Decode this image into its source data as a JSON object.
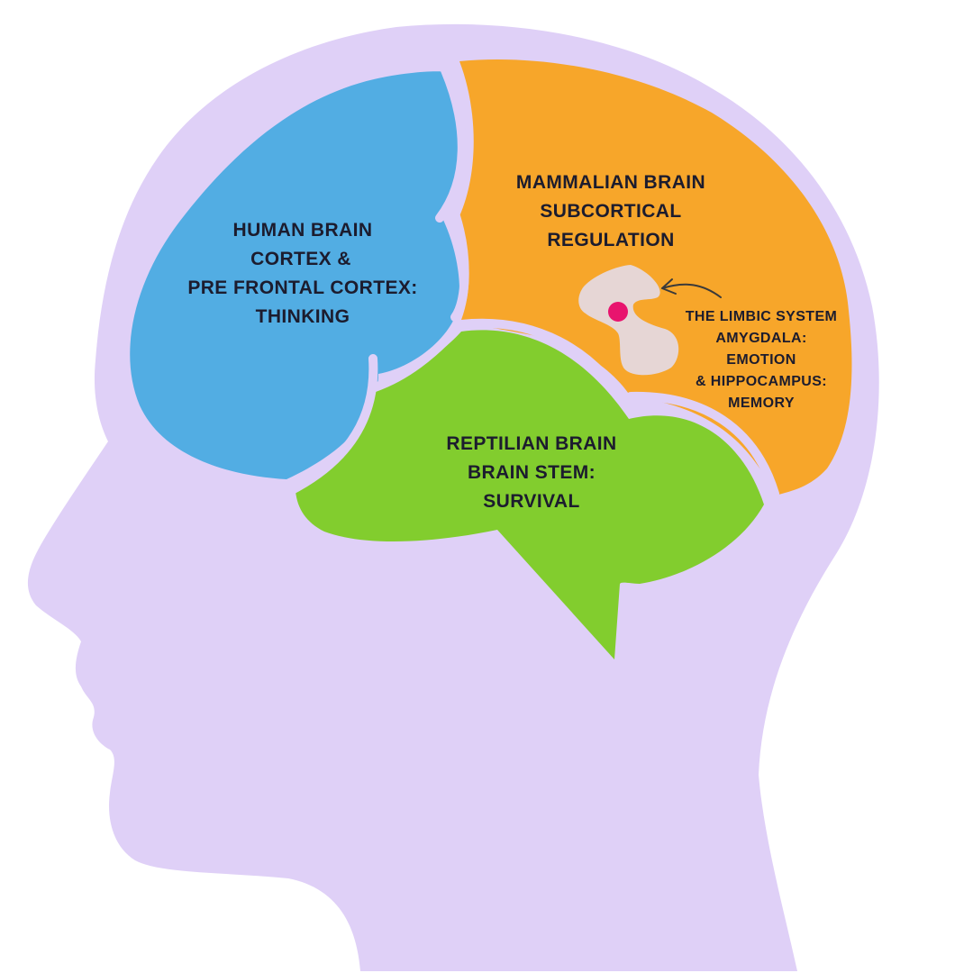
{
  "colors": {
    "head": "#dfd0f7",
    "separator": "#dfd0f7",
    "human_brain": "#52ade3",
    "mammalian_brain": "#f7a62a",
    "reptilian_brain": "#82cd2e",
    "limbic_system": "#e6d6d5",
    "amygdala_dot": "#e8146e",
    "text": "#1c1c2e"
  },
  "human_brain": {
    "line1": "HUMAN BRAIN",
    "line2": "CORTEX &",
    "line3": "PRE FRONTAL CORTEX:",
    "line4": "THINKING"
  },
  "mammalian_brain": {
    "line1": "MAMMALIAN BRAIN",
    "line2": "SUBCORTICAL",
    "line3": "REGULATION"
  },
  "reptilian_brain": {
    "line1": "REPTILIAN BRAIN",
    "line2": "BRAIN STEM:",
    "line3": "SURVIVAL"
  },
  "limbic_system": {
    "line1": "THE LIMBIC SYSTEM",
    "line2": "AMYGDALA:",
    "line3": "EMOTION",
    "line4": "& HIPPOCAMPUS:",
    "line5": "MEMORY"
  },
  "icons": {
    "head": "head-silhouette-icon",
    "arrow": "curved-arrow-icon"
  }
}
